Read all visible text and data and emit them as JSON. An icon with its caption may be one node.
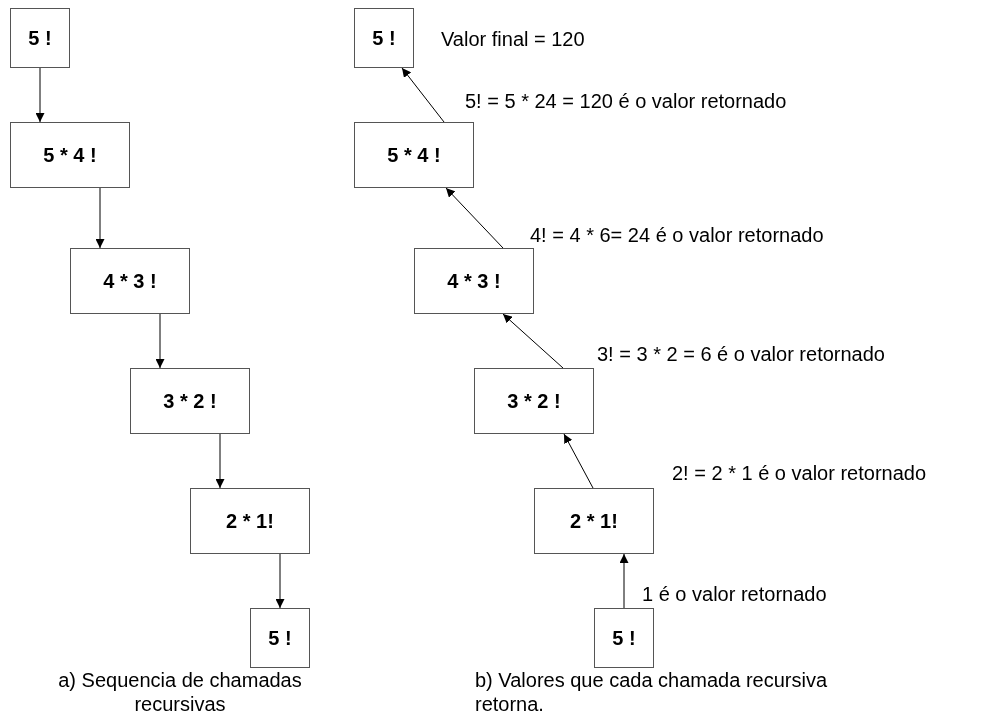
{
  "diagram": {
    "nodes": [
      {
        "text": [
          "5 !"
        ]
      },
      {
        "text": [
          "5 * 4 !"
        ]
      },
      {
        "text": [
          "4 * 3 !"
        ]
      },
      {
        "text": [
          "3 * 2 !"
        ]
      },
      {
        "text": [
          "2 * 1!"
        ]
      },
      {
        "text": [
          "5 !"
        ]
      },
      {
        "text": [
          "5 !"
        ],
        "beside": [
          "Valor final = 120"
        ]
      },
      {
        "text": [
          "5 * 4 !"
        ]
      },
      {
        "text": [
          "4 * 3 !"
        ]
      },
      {
        "text": [
          "3 * 2 !"
        ]
      },
      {
        "text": [
          "2 * 1!"
        ]
      },
      {
        "text": [
          "5 !"
        ]
      }
    ],
    "edges": [
      {
        "from": 0,
        "to": 1,
        "arrow": "to"
      },
      {
        "from": 1,
        "to": 2,
        "arrow": "to"
      },
      {
        "from": 2,
        "to": 3,
        "arrow": "to"
      },
      {
        "from": 3,
        "to": 4,
        "arrow": "to"
      },
      {
        "from": 4,
        "to": 5,
        "arrow": "to"
      },
      {
        "from": 7,
        "to": 6,
        "arrow": "to",
        "label": "5! = 5 * 24 = 120 é o valor retornado"
      },
      {
        "from": 8,
        "to": 7,
        "arrow": "to",
        "label": "4! = 4 * 6= 24 é o valor retornado"
      },
      {
        "from": 9,
        "to": 8,
        "arrow": "to",
        "label": "3! = 3 * 2 = 6 é o valor retornado"
      },
      {
        "from": 10,
        "to": 9,
        "arrow": "to",
        "label": "2! = 2 * 1 é o valor retornado"
      },
      {
        "from": 11,
        "to": 10,
        "arrow": "to",
        "label": "1 é o valor retornado"
      }
    ],
    "labels": [
      "a) Sequencia de chamadas recursivas",
      "b) Valores que cada chamada recursiva retorna."
    ]
  }
}
